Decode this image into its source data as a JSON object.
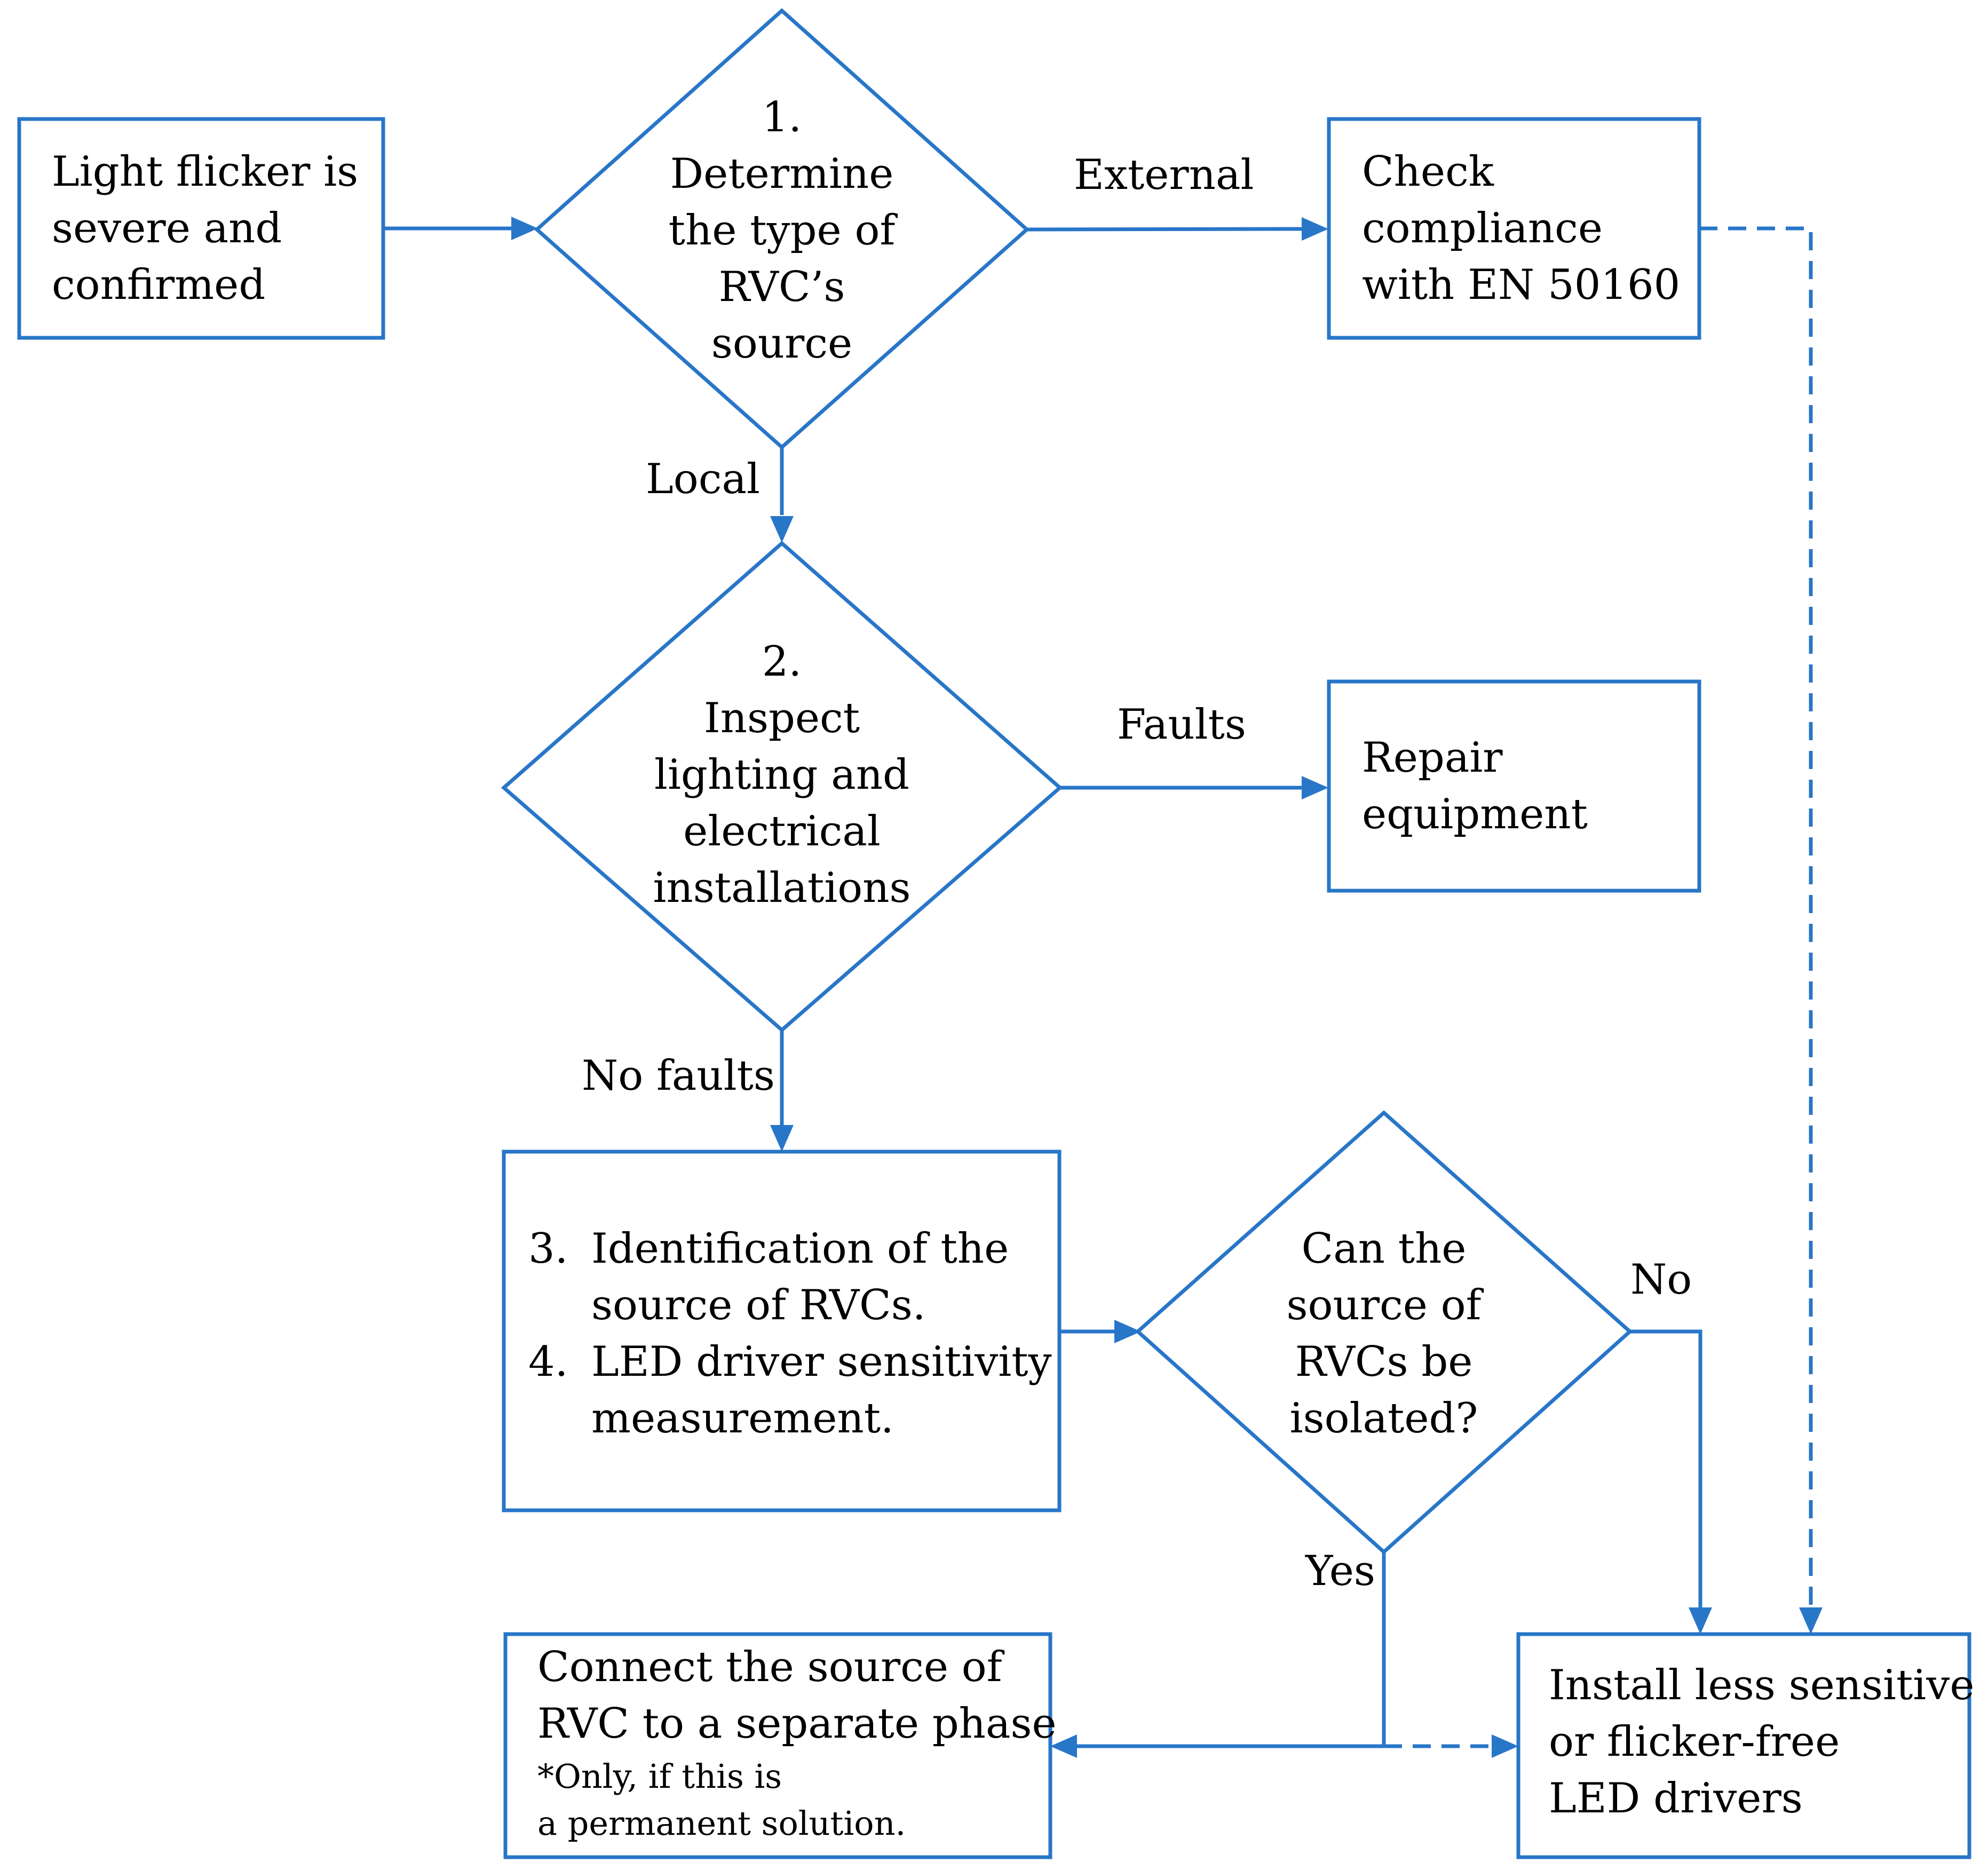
{
  "colors": {
    "stroke": "#2876C8",
    "text": "#000000",
    "background": "#FFFFFF"
  },
  "nodes": {
    "start": {
      "lines": [
        "Light flicker is",
        "severe and",
        "confirmed"
      ]
    },
    "decision1": {
      "lines": [
        "1.",
        "Determine",
        "the type of",
        "RVC’s",
        "source"
      ]
    },
    "check": {
      "lines": [
        "Check",
        "compliance",
        "with EN 50160"
      ]
    },
    "decision2": {
      "lines": [
        "2.",
        "Inspect",
        "lighting and",
        "electrical",
        "installations"
      ]
    },
    "repair": {
      "lines": [
        "Repair",
        "equipment"
      ]
    },
    "step34": {
      "items": [
        {
          "num": "3.",
          "lines": [
            "Identification of the",
            "source of RVCs."
          ]
        },
        {
          "num": "4.",
          "lines": [
            "LED driver sensitivity",
            "measurement."
          ]
        }
      ]
    },
    "decision3": {
      "lines": [
        "Can the",
        "source of",
        "RVCs be",
        "isolated?"
      ]
    },
    "connect": {
      "lines": [
        "Connect the source of",
        "RVC to a separate phase"
      ],
      "note": [
        "*Only, if this is",
        "a permanent solution."
      ]
    },
    "install": {
      "lines": [
        "Install less sensitive",
        "or flicker-free",
        "LED drivers"
      ]
    }
  },
  "edge_labels": {
    "external": "External",
    "local": "Local",
    "faults": "Faults",
    "no_faults": "No faults",
    "no": "No",
    "yes": "Yes"
  }
}
